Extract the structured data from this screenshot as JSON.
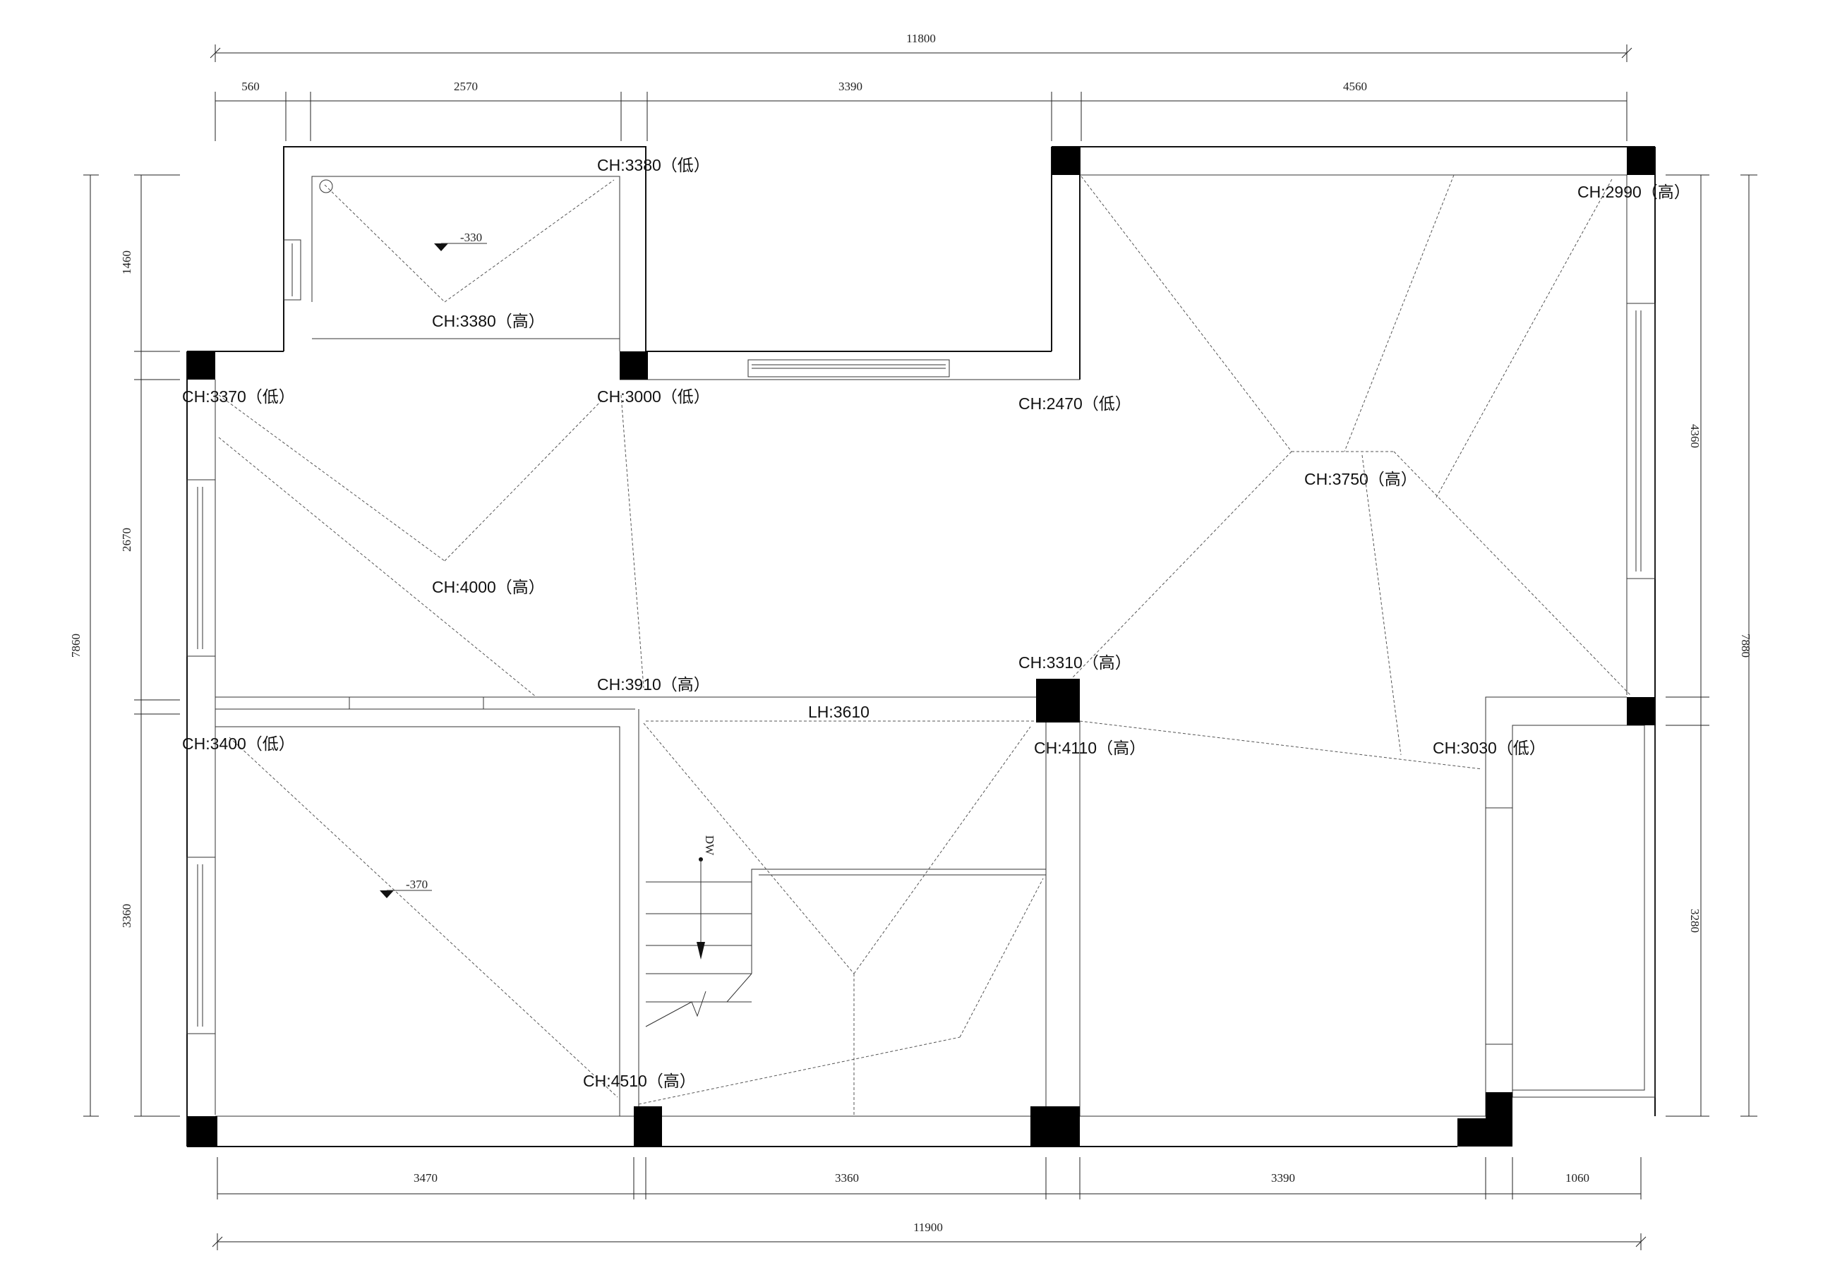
{
  "dimensions": {
    "top_total": "11800",
    "top_segments": [
      "560",
      "2570",
      "3390",
      "4560"
    ],
    "bottom_segments": [
      "3470",
      "3360",
      "3390",
      "1060"
    ],
    "bottom_total": "11900",
    "left_segments": [
      "1460",
      "2670",
      "3360"
    ],
    "left_total": "7860",
    "right_segments": [
      "4360",
      "3280"
    ],
    "right_total": "7880"
  },
  "ceiling_labels": [
    "CH:3380（低）",
    "CH:3380（高）",
    "CH:3370（低）",
    "CH:3000（低）",
    "CH:2470（低）",
    "CH:2990（高）",
    "CH:3750（高）",
    "CH:4000（高）",
    "CH:3310（高）",
    "CH:3910（高）",
    "CH:3400（低）",
    "CH:4110（高）",
    "CH:3030（低）",
    "CH:4510（高）"
  ],
  "beam_label": "LH:3610",
  "level_marks": [
    "-330",
    "-370"
  ],
  "stair_label": "DW"
}
